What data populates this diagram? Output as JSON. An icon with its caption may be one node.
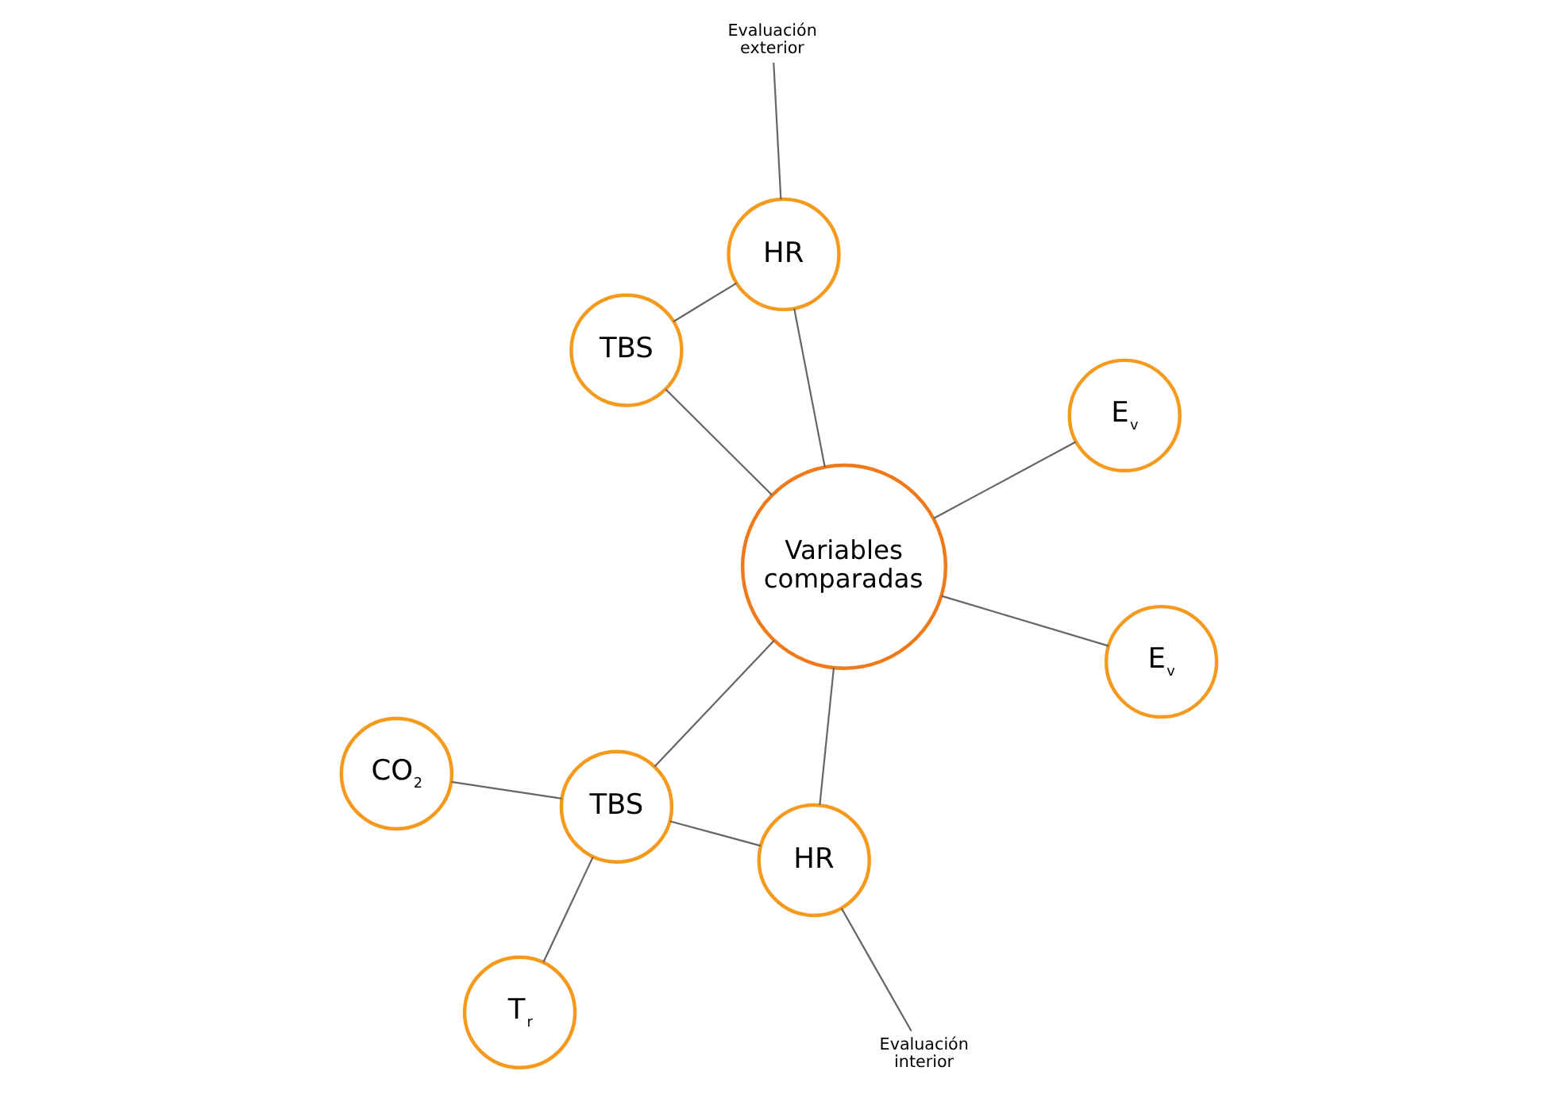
{
  "diagram": {
    "nodes": [
      {
        "text": [
          "Variables comparadas"
        ]
      },
      {
        "text": [
          "E$_{v}$"
        ]
      },
      {
        "text": [
          "HR"
        ]
      },
      {
        "text": [
          "TBS"
        ]
      },
      {
        "text": [
          "CO$_{2}$"
        ]
      },
      {
        "text": [
          "T$_{r}$"
        ]
      },
      {
        "text": [
          "E$_{v}$"
        ]
      },
      {
        "text": [
          "HR"
        ]
      },
      {
        "text": [
          "TBS"
        ]
      },
      {
        "text": [
          "Evaluación interior"
        ]
      },
      {
        "text": [
          "Evaluación exterior"
        ]
      }
    ],
    "edges": [
      {
        "from": 0,
        "to": 1,
        "arrow": "none"
      },
      {
        "from": 9,
        "to": 2,
        "arrow": "none"
      },
      {
        "from": 2,
        "to": 0,
        "arrow": "none"
      },
      {
        "from": 2,
        "to": 3,
        "arrow": "none"
      },
      {
        "from": 0,
        "to": 3,
        "arrow": "none"
      },
      {
        "from": 4,
        "to": 3,
        "arrow": "none"
      },
      {
        "from": 3,
        "to": 5,
        "arrow": "none"
      },
      {
        "from": 0,
        "to": 6,
        "arrow": "none"
      },
      {
        "from": 0,
        "to": 7,
        "arrow": "none"
      },
      {
        "from": 7,
        "to": 10,
        "arrow": "none"
      },
      {
        "from": 0,
        "to": 8,
        "arrow": "none"
      },
      {
        "from": 7,
        "to": 8,
        "arrow": "none"
      }
    ]
  }
}
